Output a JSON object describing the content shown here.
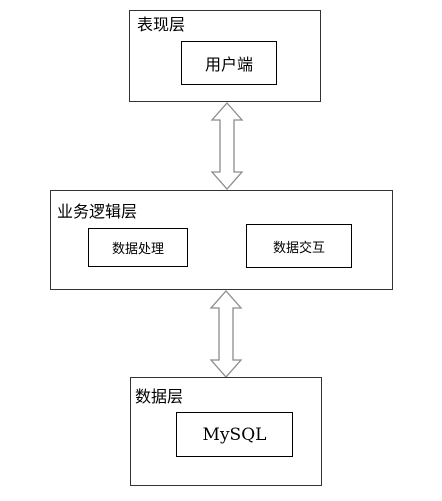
{
  "layers": {
    "presentation": {
      "title": "表现层",
      "modules": [
        "用户端"
      ]
    },
    "business": {
      "title": "业务逻辑层",
      "modules": [
        "数据处理",
        "数据交互"
      ]
    },
    "data": {
      "title": "数据层",
      "modules": [
        "MySQL"
      ]
    }
  },
  "colors": {
    "border": "#333333",
    "arrow_stroke": "#8c8c8c",
    "arrow_fill": "#ffffff"
  }
}
